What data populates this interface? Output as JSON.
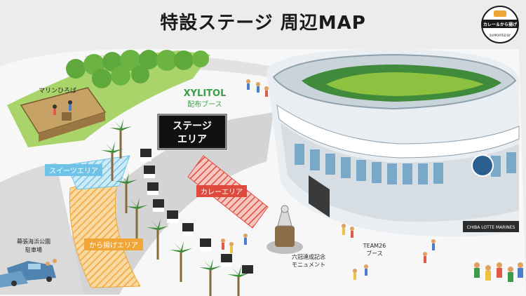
{
  "title": "特設ステージ 周辺MAP",
  "logo": {
    "line1": "カレー＆から揚げ",
    "line2": "SUPPORTED BY"
  },
  "labels": {
    "marine_hiroba": "マリンひろば",
    "xylitol_brand": "XYLITOL",
    "xylitol_sub": "配布ブース",
    "stage_line1": "ステージ",
    "stage_line2": "エリア",
    "sweets": "スイーツエリア",
    "curry": "カレーエリア",
    "karaage": "から揚げエリア",
    "parking_line1": "幕張海浜公園",
    "parking_line2": "駐車場",
    "monument_line1": "六冠達成記念",
    "monument_line2": "モニュメント",
    "team26_line1": "TEAM26",
    "team26_line2": "ブース",
    "stadium_sign": "CHIBA LOTTE MARINES"
  },
  "colors": {
    "sweets": "#6ec3e6",
    "curry": "#e04a3c",
    "karaage": "#f0a637",
    "grass": "#9ecf4a",
    "xylitol": "#3aa04a"
  }
}
